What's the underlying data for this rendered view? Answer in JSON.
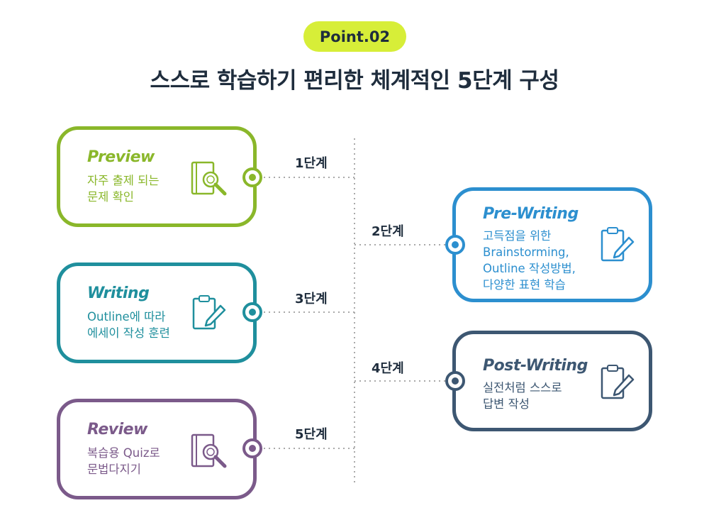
{
  "header": {
    "badge": "Point.02",
    "title": "스스로 학습하기 편리한 체계적인 5단계 구성"
  },
  "colors": {
    "preview": "#8ab72a",
    "writing": "#1f8f9d",
    "review": "#7b5a8a",
    "prewriting": "#2c8fcf",
    "postwriting": "#3d5772",
    "badge": "#d7ee38"
  },
  "steps": [
    {
      "label": "1단계",
      "name": "Preview",
      "desc": [
        "자주 출제 되는",
        "문제 확인"
      ],
      "icon": "magnifier-document-icon"
    },
    {
      "label": "2단계",
      "name": "Pre-Writing",
      "desc": [
        "고득점을 위한",
        "Brainstorming,",
        "Outline 작성방법,",
        "다양한 표현 학습"
      ],
      "icon": "clipboard-pen-icon"
    },
    {
      "label": "3단계",
      "name": "Writing",
      "desc": [
        "Outline에 따라",
        "에세이 작성 훈련"
      ],
      "icon": "clipboard-pen-icon"
    },
    {
      "label": "4단계",
      "name": "Post-Writing",
      "desc": [
        "실전처럼 스스로",
        "답변 작성"
      ],
      "icon": "clipboard-pen-icon"
    },
    {
      "label": "5단계",
      "name": "Review",
      "desc": [
        "복습용 Quiz로",
        "문법다지기"
      ],
      "icon": "magnifier-document-icon"
    }
  ]
}
